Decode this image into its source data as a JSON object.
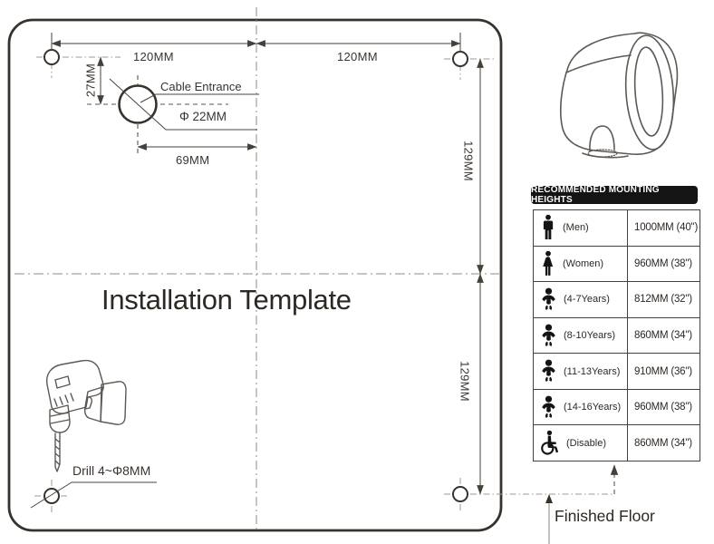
{
  "title": "Installation Template",
  "colors": {
    "line": "#3a3430",
    "text": "#332d28",
    "badge_bg": "#141414",
    "badge_text": "#ffffff"
  },
  "template": {
    "dim_top_left": "120MM",
    "dim_top_right": "120MM",
    "dim_offset": "27MM",
    "dim_cable_horizontal": "69MM",
    "dim_right_upper": "129MM",
    "dim_right_lower": "129MM",
    "cable_entrance_label": "Cable Entrance",
    "cable_diameter": "Φ 22MM",
    "drill_note": "Drill 4~Φ8MM"
  },
  "mounting_panel": {
    "header": "RECOMMENDED MOUNTING HEIGHTS",
    "rows": [
      {
        "icon": "man",
        "label": "(Men)",
        "value": "1000MM (40\")"
      },
      {
        "icon": "woman",
        "label": "(Women)",
        "value": "960MM (38\")"
      },
      {
        "icon": "child",
        "label": "(4-7Years)",
        "value": "812MM (32\")"
      },
      {
        "icon": "child",
        "label": "(8-10Years)",
        "value": "860MM (34\")"
      },
      {
        "icon": "child",
        "label": "(11-13Years)",
        "value": "910MM (36\")"
      },
      {
        "icon": "child",
        "label": "(14-16Years)",
        "value": "960MM (38\")"
      },
      {
        "icon": "disabled",
        "label": "(Disable)",
        "value": "860MM (34\")"
      }
    ],
    "floor_label": "Finished Floor"
  }
}
